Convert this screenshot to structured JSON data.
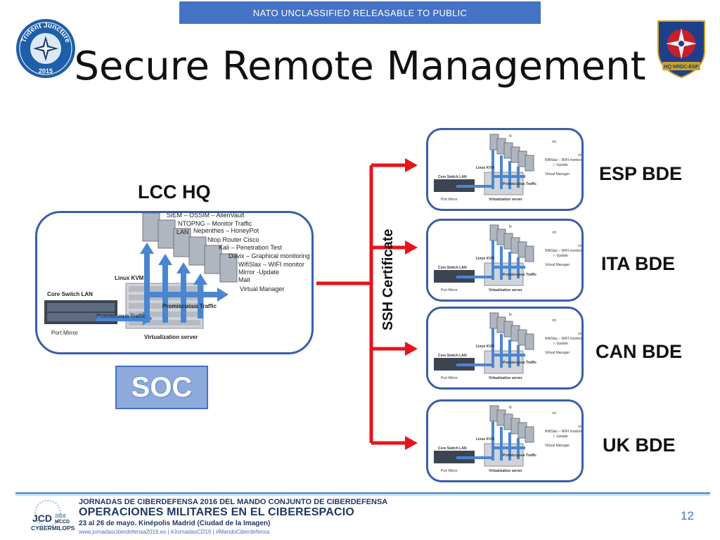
{
  "banner": "NATO UNCLASSIFIED RELEASABLE TO PUBLIC",
  "title": "Secure Remote Management",
  "left_logo": {
    "top_text": "Trident Juncture",
    "year": "2015"
  },
  "right_logo": {
    "text": "HQ NRDC-ESP"
  },
  "lcc": {
    "title": "LCC HQ",
    "services": [
      "SIEM – OSSIM – AlienVault",
      "NTOPNG – Monitor Traffic",
      "LAN",
      "Nepenthes – HoneyPot",
      "Ntop Router Cisco",
      "Kali – Penetration Test",
      "Davix – Graphical monitoring",
      "WifiSlax – WIFI monitor",
      "Mirror -Update",
      "Mail",
      "Virtual Manager"
    ],
    "linux_kvm": "Linux KVM",
    "core_switch": "Core Switch LAN",
    "promiscuous1": "Promiscuous Traffic",
    "promiscuous2": "Promiscuous  Traffic",
    "port_mirror": "Port Mirror",
    "virtualization": "Virtualization server"
  },
  "soc": "SOC",
  "ssh": "SSH Certificate",
  "bdes": [
    {
      "label": "ESP BDE"
    },
    {
      "label": "ITA BDE"
    },
    {
      "label": "CAN BDE"
    },
    {
      "label": "UK BDE"
    }
  ],
  "mini": {
    "n": "N",
    "rot": "rot",
    "oring": "oring",
    "wifi": "WifiSlax – WIFI monitor",
    "update": "r -Update",
    "vm": "Virtual Manager",
    "kvm": "Linux KVM",
    "core": "Core Switch LAN",
    "prom": "Promiscuous  Traffic",
    "port": "Port Mirror",
    "virt": "Virtualization server"
  },
  "footer": {
    "line1": "JORNADAS DE CIBERDEFENSA 2016 DEL MANDO CONJUNTO DE CIBERDEFENSA",
    "line2": "OPERACIONES MILITARES EN EL CIBERESPACIO",
    "line3": "23 al 26 de mayo. Kinépolis Madrid (Ciudad de la Imagen)",
    "line4": "www.jornadasciberdefensa2016.es  |  #JornadasCD16  |  #MandoCiberdefensa",
    "logo_jcd": "JCD",
    "logo_year": "2016",
    "logo_mccd": "MCCD",
    "logo_cyber": "CYBERMILOPS"
  },
  "page_number": "12",
  "colors": {
    "accent": "#4472c4",
    "arrow_red": "#e8141c",
    "box_border": "#3b5ea8",
    "arrow_blue": "#4a86d0"
  }
}
